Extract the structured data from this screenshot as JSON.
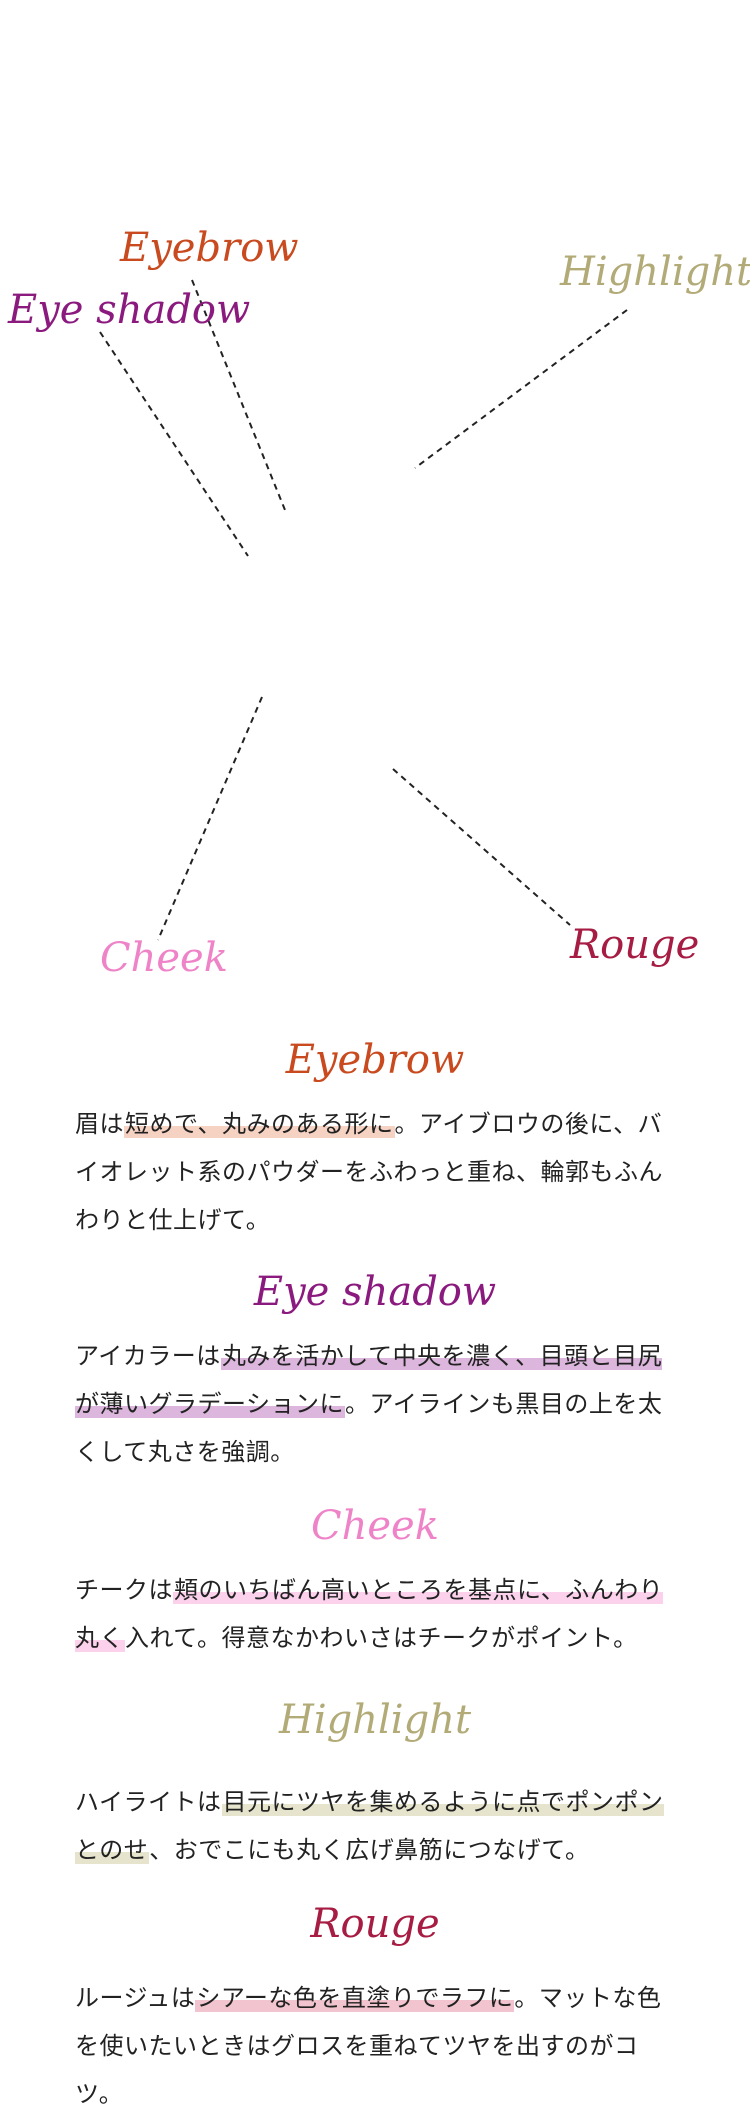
{
  "diagram": {
    "labels": {
      "eyebrow": "Eyebrow",
      "eye_shadow": "Eye shadow",
      "highlight": "Highlight",
      "cheek": "Cheek",
      "rouge": "Rouge"
    }
  },
  "colors": {
    "eyebrow": "#c84a1e",
    "eye_shadow": "#8b1a7e",
    "highlight": "#b2ab78",
    "cheek": "#ef83c8",
    "rouge": "#a61c42",
    "hl_eyebrow": "#f6d2c2",
    "hl_eye_shadow": "#dcb6dd",
    "hl_cheek": "#fbd1ec",
    "hl_highlight": "#e6e4cc",
    "hl_rouge": "#f2c4cf"
  },
  "sections": {
    "eyebrow": {
      "title": "Eyebrow",
      "pre": "眉は",
      "hl": "短めで、丸みのある形に",
      "post": "。アイブロウの後に、バイオレット系のパウダーをふわっと重ね、輪郭もふんわりと仕上げて。"
    },
    "eye_shadow": {
      "title": "Eye shadow",
      "pre": "アイカラーは",
      "hl": "丸みを活かして中央を濃く、目頭と目尻が薄いグラデーションに",
      "post": "。アイラインも黒目の上を太くして丸さを強調。"
    },
    "cheek": {
      "title": "Cheek",
      "pre": "チークは",
      "hl": "頬のいちばん高いところを基点に、ふんわり丸く",
      "post": "入れて。得意なかわいさはチークがポイント。"
    },
    "highlight": {
      "title": "Highlight",
      "pre": "ハイライトは",
      "hl": "目元にツヤを集めるように点でポンポンとのせ",
      "post": "、おでこにも丸く広げ鼻筋につなげて。"
    },
    "rouge": {
      "title": "Rouge",
      "pre": "ルージュは",
      "hl": "シアーな色を直塗りでラフに",
      "post": "。マットな色を使いたいときはグロスを重ねてツヤを出すのがコツ。"
    }
  }
}
